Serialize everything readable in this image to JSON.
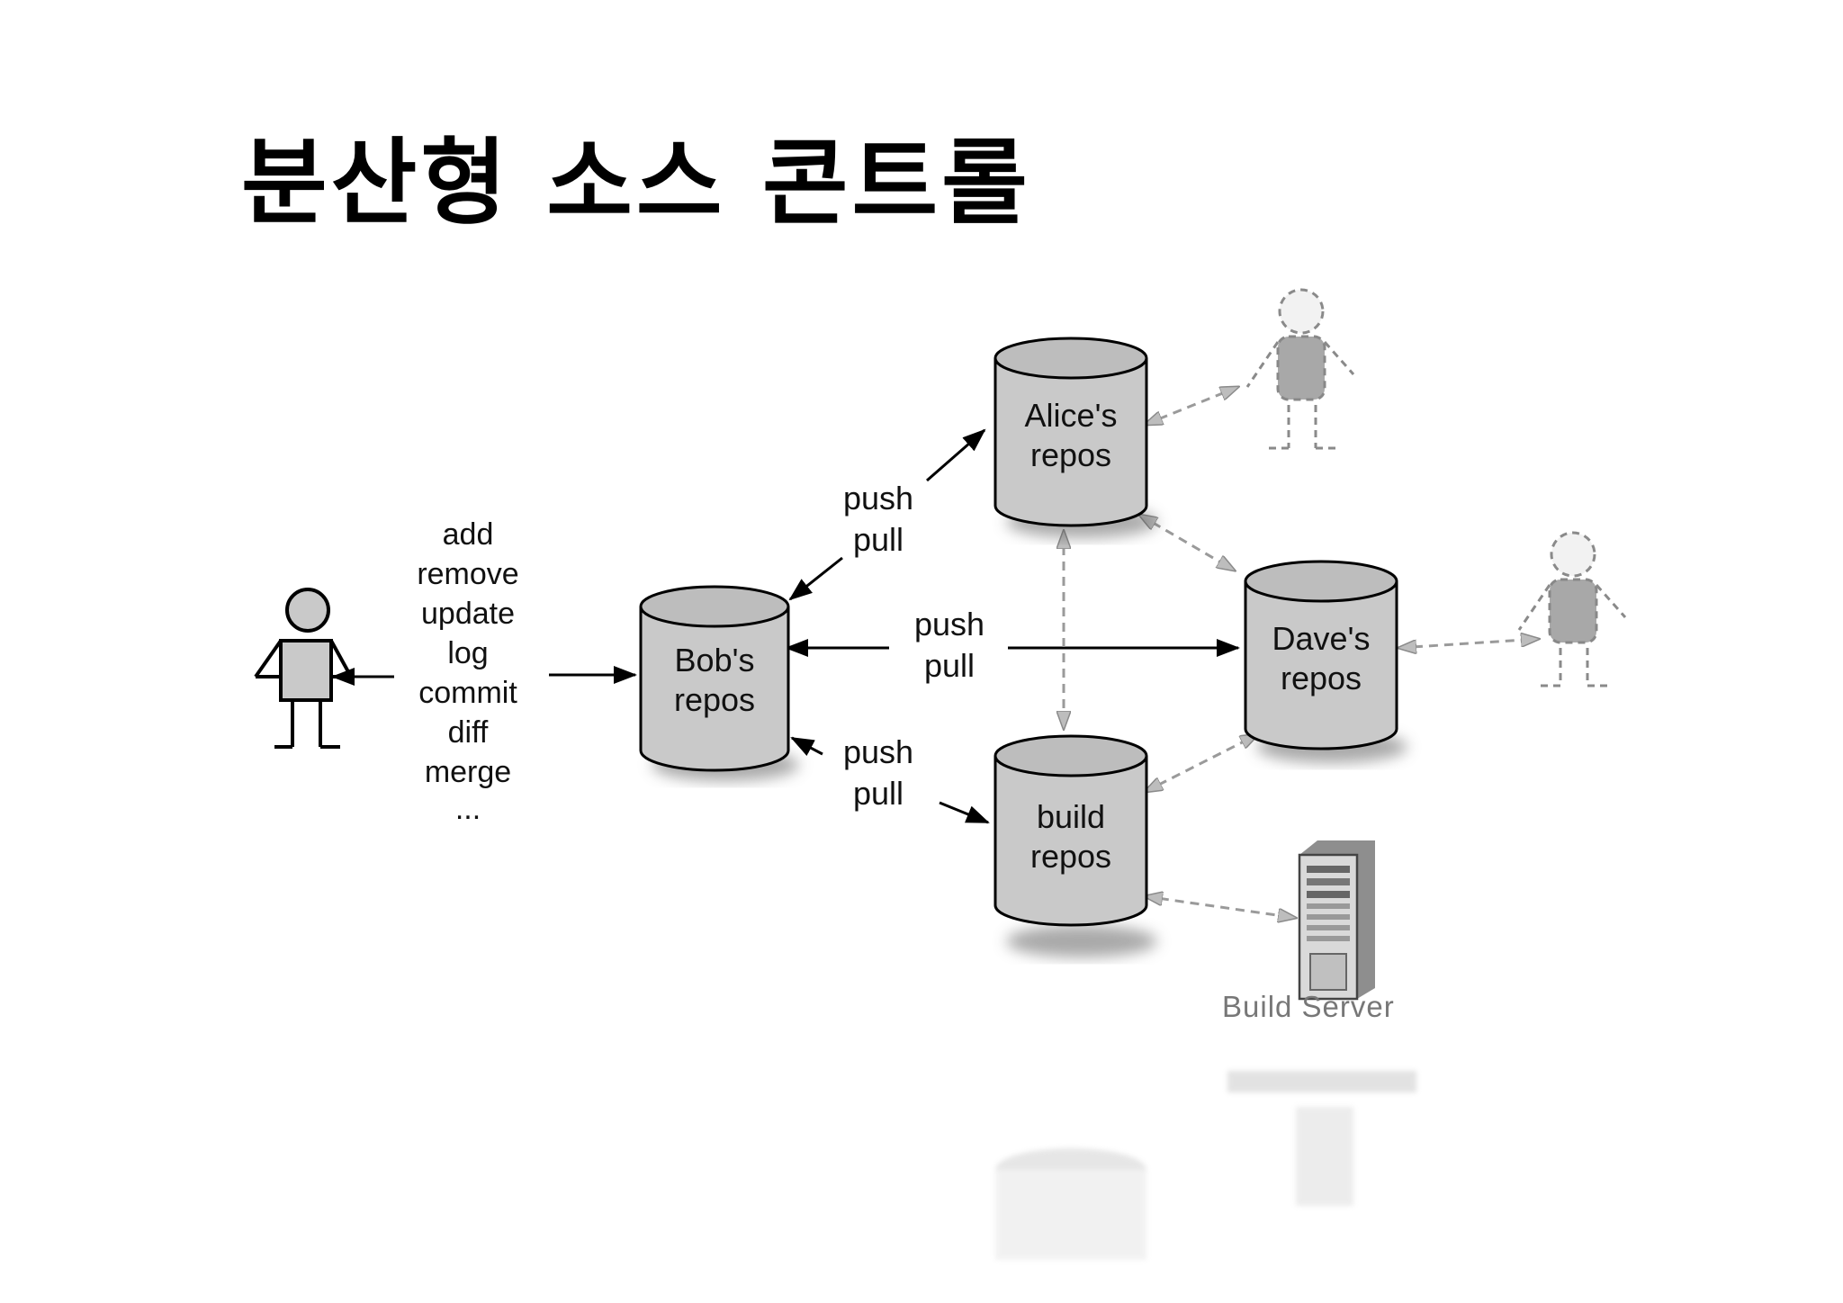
{
  "title": "분산형 소스 콘트롤",
  "commands": [
    "add",
    "remove",
    "update",
    "log",
    "commit",
    "diff",
    "merge",
    "..."
  ],
  "push_pull_labels": {
    "alice": [
      "push",
      "pull"
    ],
    "dave": [
      "push",
      "pull"
    ],
    "build": [
      "push",
      "pull"
    ]
  },
  "repos": {
    "bob": [
      "Bob's",
      "repos"
    ],
    "alice": [
      "Alice's",
      "repos"
    ],
    "dave": [
      "Dave's",
      "repos"
    ],
    "build": [
      "build",
      "repos"
    ]
  },
  "build_server_label": "Build Server",
  "colors": {
    "repo_fill": "#c9c9c9",
    "solid_arrow": "#000000",
    "dashed_arrow": "#9a9a9a",
    "ghost_person": "#9f9f9f"
  },
  "icons": [
    "person-icon",
    "ghost-person-icon",
    "server-icon"
  ]
}
